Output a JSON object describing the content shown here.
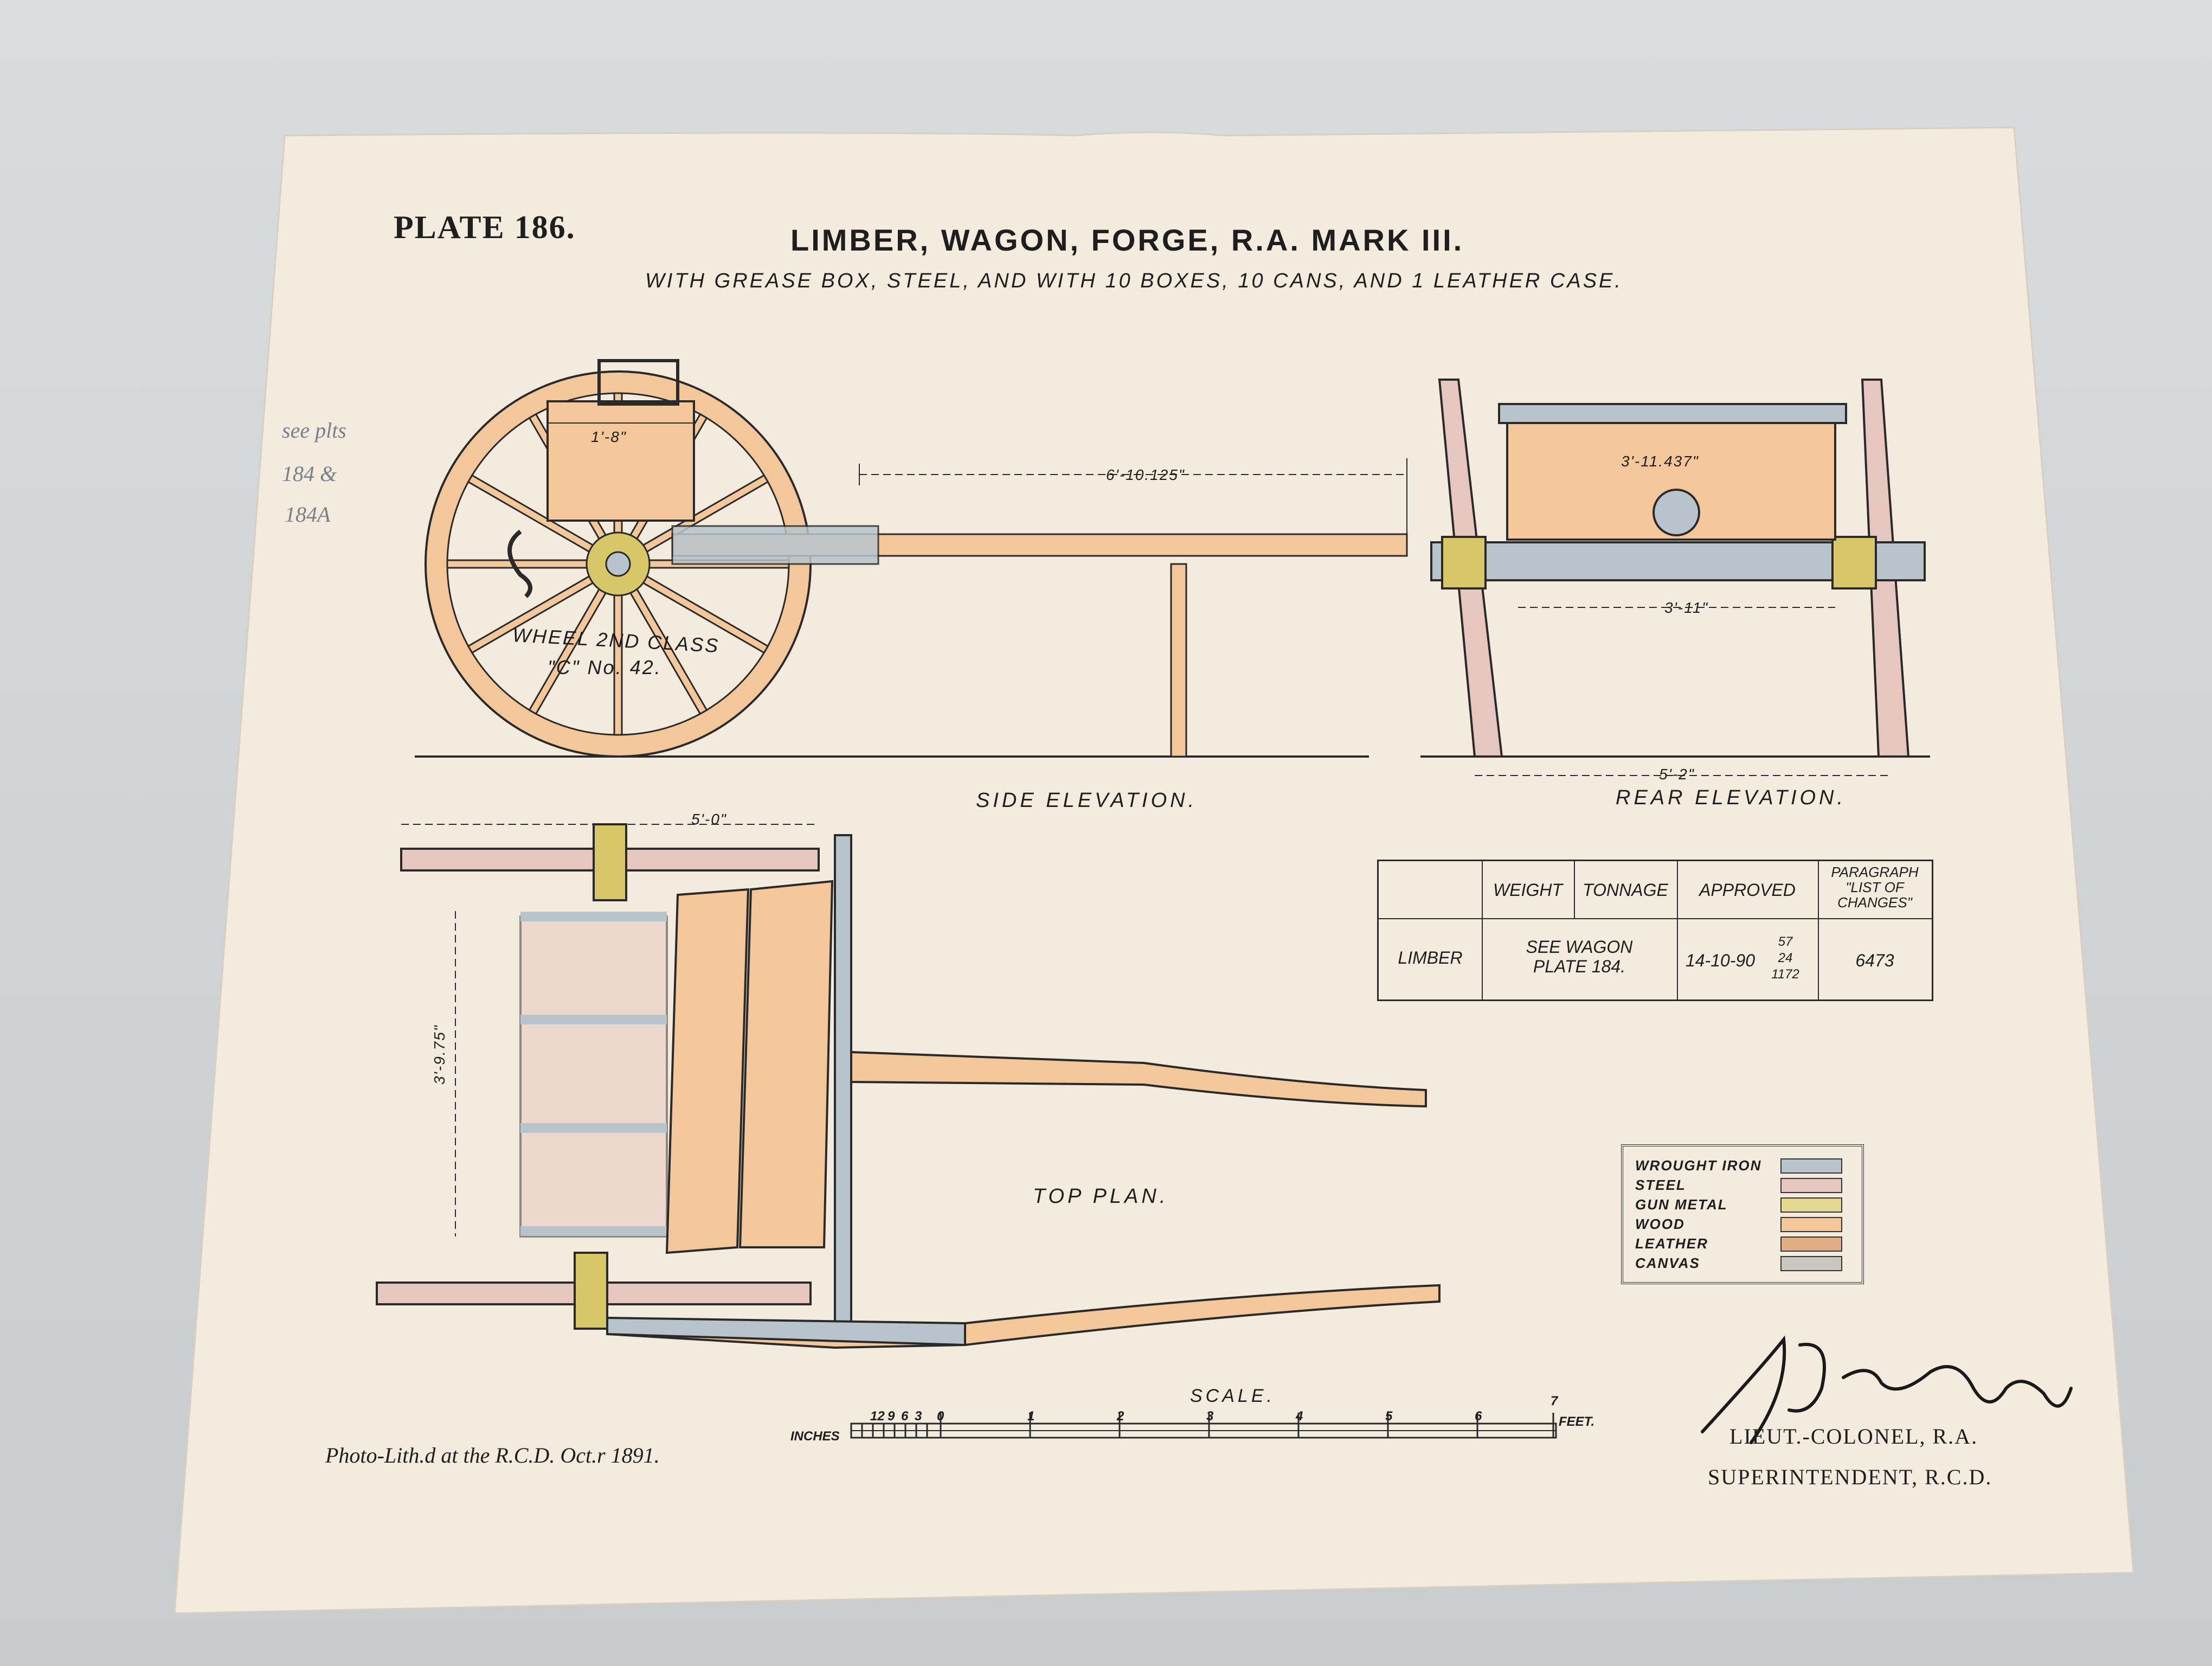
{
  "plate": "PLATE 186.",
  "title": "LIMBER, WAGON, FORGE, R.A. MARK III.",
  "subtitle": "WITH GREASE BOX, STEEL, AND WITH 10 BOXES, 10 CANS, AND 1 LEATHER CASE.",
  "margin_note": [
    "see plts",
    "184 &",
    "184A"
  ],
  "side_elevation": {
    "label": "SIDE ELEVATION.",
    "dim_pole": "6'-10.125\"",
    "dim_box": "1'-8\"",
    "wheel_note_1": "WHEEL 2ND CLASS",
    "wheel_note_2": "\"C\" No. 42."
  },
  "rear_elevation": {
    "label": "REAR ELEVATION.",
    "dim_box": "3'-11.437\"",
    "dim_axle": "3'-11\"",
    "dim_track": "5'-2\""
  },
  "top_plan": {
    "label": "TOP PLAN.",
    "dim_width": "5'-0\"",
    "dim_length": "3'-9.75\""
  },
  "table": {
    "headers": [
      "WEIGHT",
      "TONNAGE",
      "APPROVED",
      "PARAGRAPH \"LIST OF CHANGES\""
    ],
    "row_label": "LIMBER",
    "weight_tonnage": "SEE WAGON PLATE 184.",
    "approved_date": "14-10-90",
    "approved_ref_top": "57",
    "approved_ref_mid": "24",
    "approved_ref_bottom": "1172",
    "paragraph": "6473"
  },
  "legend": {
    "items": [
      {
        "label": "WROUGHT IRON",
        "color": "#b8c4cc"
      },
      {
        "label": "STEEL",
        "color": "#e8c6c0"
      },
      {
        "label": "GUN METAL",
        "color": "#e5d890"
      },
      {
        "label": "WOOD",
        "color": "#f3c79a"
      },
      {
        "label": "LEATHER",
        "color": "#e2ac84"
      },
      {
        "label": "CANVAS",
        "color": "#c8c8c0"
      }
    ]
  },
  "scale": {
    "title": "SCALE.",
    "inches_label": "INCHES",
    "feet_label": "FEET.",
    "inch_ticks": [
      "12",
      "9",
      "6",
      "3",
      "0"
    ],
    "foot_ticks": [
      "1",
      "2",
      "3",
      "4",
      "5",
      "6",
      "7"
    ]
  },
  "footer": {
    "photo_credit": "Photo-Lith.d at the R.C.D. Oct.r 1891.",
    "rank": "LIEUT.-COLONEL, R.A.",
    "office": "SUPERINTENDENT, R.C.D."
  },
  "colors": {
    "paper": "#f3ebdd",
    "wood": "#f3c79a",
    "steel": "#b8c4cc",
    "gunmetal": "#d7c766",
    "ink": "#2a2a2a"
  }
}
